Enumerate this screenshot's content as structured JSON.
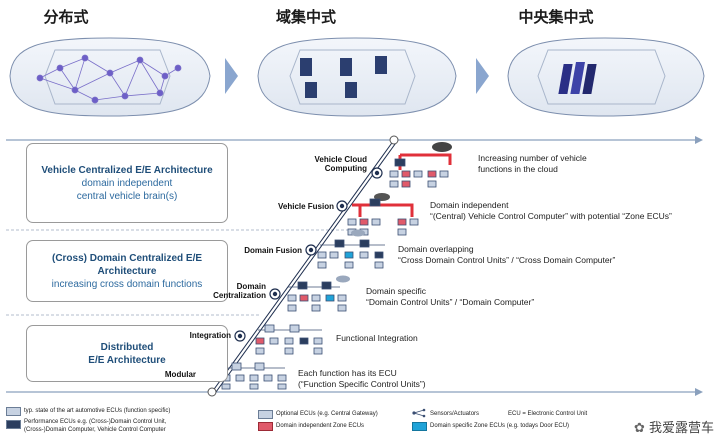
{
  "headers": [
    "分布式",
    "域集中式",
    "中央集中式"
  ],
  "architectures": [
    {
      "title": "Vehicle Centralized E/E Architecture",
      "sub": [
        "domain independent",
        "central vehicle brain(s)"
      ]
    },
    {
      "title": "(Cross) Domain Centralized E/E Architecture",
      "sub": [
        "increasing cross domain functions"
      ]
    },
    {
      "title": "Distributed",
      "title2": "E/E Architecture",
      "sub": []
    }
  ],
  "stages": [
    {
      "label": "Vehicle Cloud Computing"
    },
    {
      "label": "Vehicle Fusion"
    },
    {
      "label": "Domain Fusion"
    },
    {
      "label": "Domain Centralization"
    },
    {
      "label": "Integration"
    },
    {
      "label": "Modular"
    }
  ],
  "descriptions": [
    {
      "l1": "Increasing number of vehicle",
      "l2": "functions in the cloud"
    },
    {
      "l1": "Domain independent",
      "l2": "“(Central) Vehicle Control Computer” with potential “Zone ECUs”"
    },
    {
      "l1": "Domain overlapping",
      "l2": "“Cross Domain Control Units” / “Cross Domain Computer”"
    },
    {
      "l1": "Domain specific",
      "l2": "“Domain Control Units” / “Domain Computer”"
    },
    {
      "l1": "Functional Integration",
      "l2": ""
    },
    {
      "l1": "Each function has its ECU",
      "l2": "(“Function Specific Control Units”)"
    }
  ],
  "legend": {
    "typical": "typ. state of the art automotive ECUs (function specific)",
    "performance1": "Performance ECUs e.g. (Cross-)Domain Control Unit,",
    "performance2": "(Cross-)Domain Computer, Vehicle Control Computer",
    "optional": "Optional ECUs (e.g. Central Gateway)",
    "zone_indep": "Domain independent Zone ECUs",
    "sensors": "Sensors/Actuators",
    "ecu_def": "ECU = Electronic Control Unit",
    "zone_spec": "Domain specific Zone ECUs (e.g. todays Door ECU)"
  },
  "watermark": "我爱露营车",
  "colors": {
    "accent": "#2d6a9f",
    "grid": "#8aa0bd",
    "ecu": "#c7d2e2",
    "perf": "#2b3e5f",
    "zone_red": "#e05a6a",
    "zone_blue": "#20a3d8"
  }
}
